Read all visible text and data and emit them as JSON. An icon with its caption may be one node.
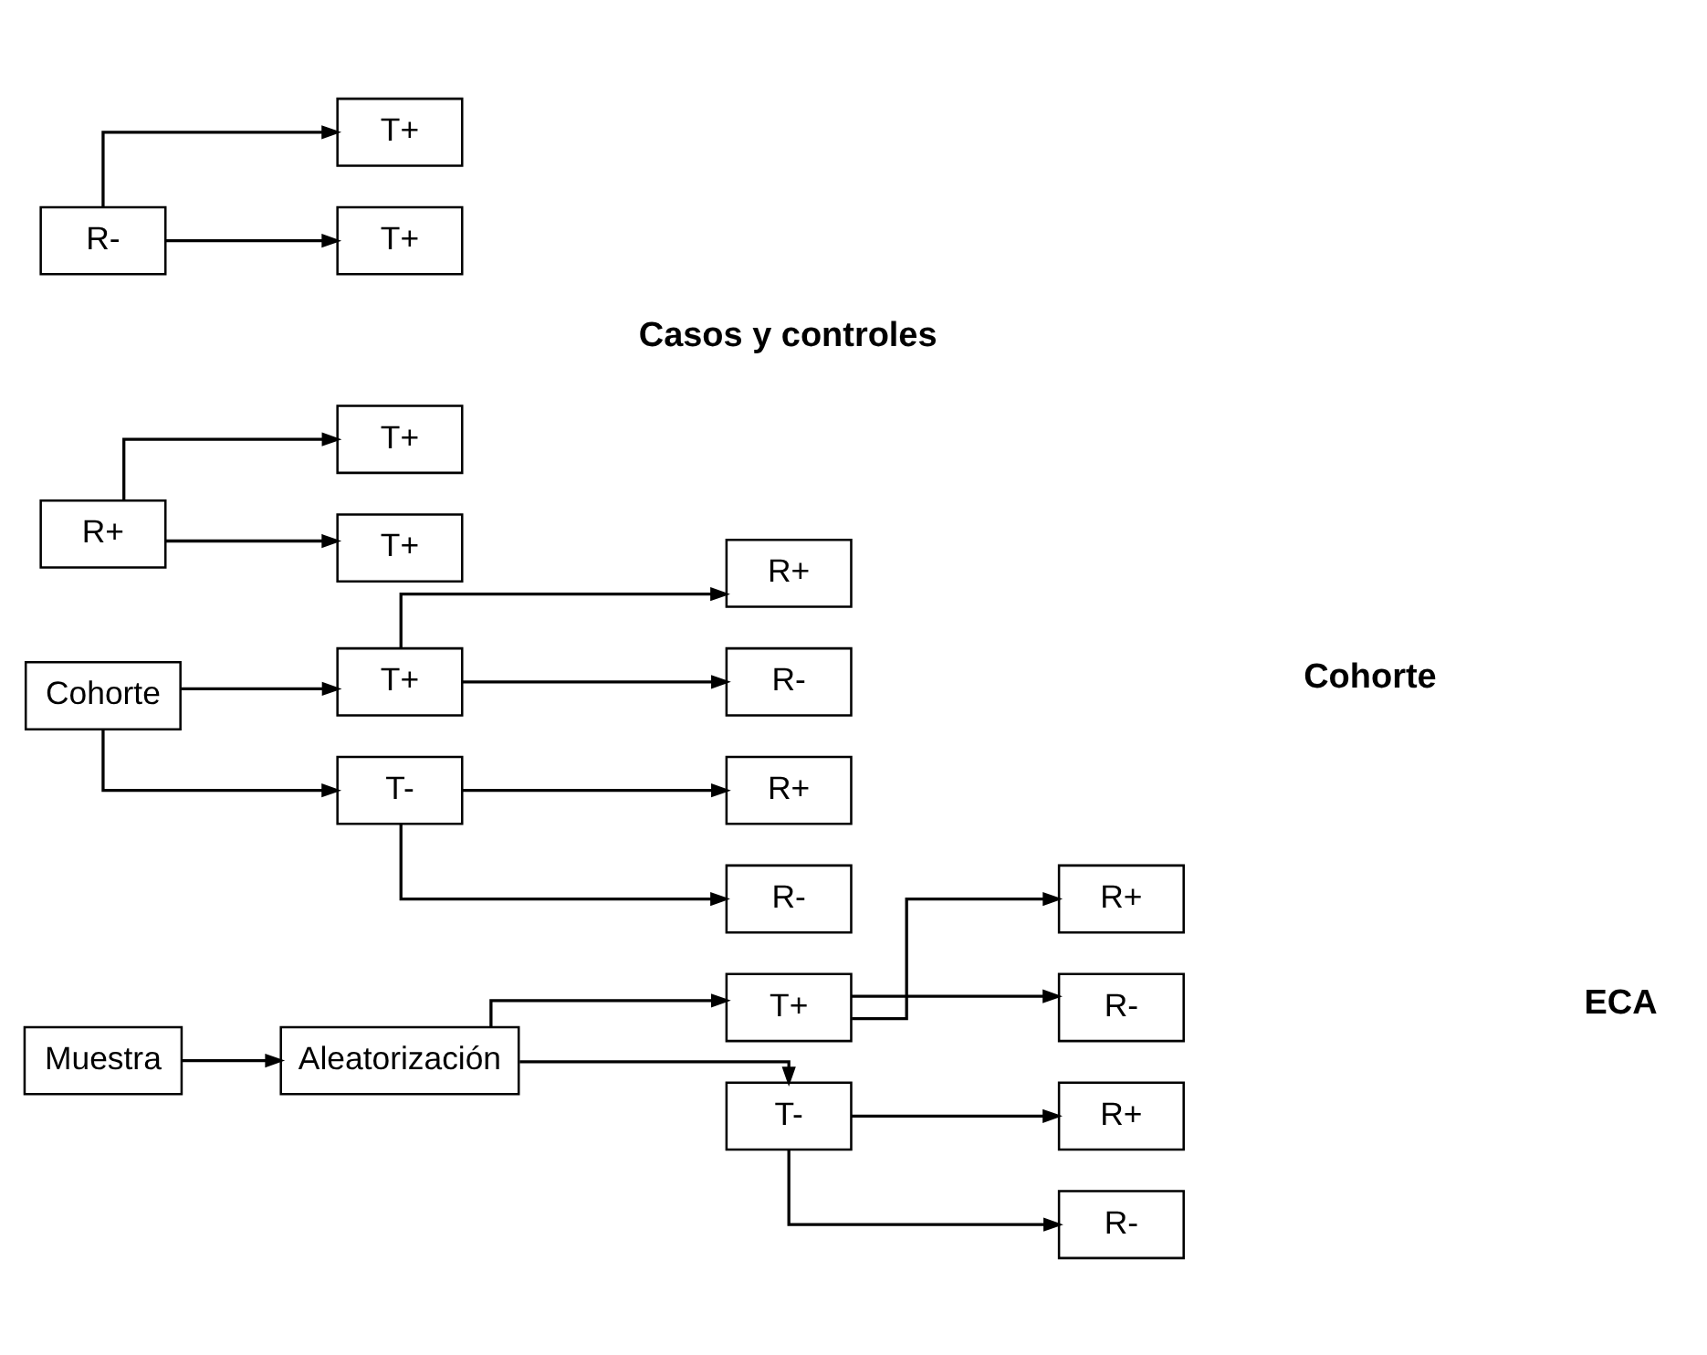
{
  "diagram": {
    "nodes": [
      {
        "text": [
          "Muestra"
        ]
      },
      {
        "text": [
          "Aleatorización"
        ]
      },
      {
        "text": [
          "T+"
        ]
      },
      {
        "text": [
          "T-"
        ]
      },
      {
        "text": [
          "R+"
        ]
      },
      {
        "text": [
          "R-"
        ]
      },
      {
        "text": [
          "R+"
        ]
      },
      {
        "text": [
          "R-"
        ]
      },
      {
        "text": [
          "Cohorte"
        ]
      },
      {
        "text": [
          "T+"
        ]
      },
      {
        "text": [
          "T-"
        ]
      },
      {
        "text": [
          "R+"
        ]
      },
      {
        "text": [
          "R-"
        ]
      },
      {
        "text": [
          "R+"
        ]
      },
      {
        "text": [
          "R-"
        ]
      },
      {
        "text": [
          "T+"
        ]
      },
      {
        "text": [
          "T+"
        ]
      },
      {
        "text": [
          "R+"
        ]
      },
      {
        "text": [
          "T+"
        ]
      },
      {
        "text": [
          "T+"
        ]
      },
      {
        "text": [
          "R-"
        ]
      }
    ],
    "edges": [
      {
        "from": 0,
        "to": 1,
        "arrow": "to"
      },
      {
        "from": 1,
        "to": 2,
        "arrow": "to"
      },
      {
        "from": 1,
        "to": 3,
        "arrow": "to"
      },
      {
        "from": 2,
        "to": 4,
        "arrow": "to"
      },
      {
        "from": 2,
        "to": 5,
        "arrow": "to"
      },
      {
        "from": 3,
        "to": 6,
        "arrow": "to"
      },
      {
        "from": 3,
        "to": 7,
        "arrow": "to"
      },
      {
        "from": 8,
        "to": 9,
        "arrow": "to"
      },
      {
        "from": 8,
        "to": 10,
        "arrow": "to"
      },
      {
        "from": 9,
        "to": 11,
        "arrow": "to"
      },
      {
        "from": 9,
        "to": 12,
        "arrow": "to"
      },
      {
        "from": 10,
        "to": 13,
        "arrow": "to"
      },
      {
        "from": 10,
        "to": 14,
        "arrow": "to"
      },
      {
        "from": 17,
        "to": 15,
        "arrow": "to"
      },
      {
        "from": 17,
        "to": 16,
        "arrow": "to"
      },
      {
        "from": 20,
        "to": 18,
        "arrow": "to"
      },
      {
        "from": 20,
        "to": 19,
        "arrow": "to"
      }
    ],
    "labels": [
      "ECA",
      "Cohorte",
      "Casos y controles"
    ]
  }
}
